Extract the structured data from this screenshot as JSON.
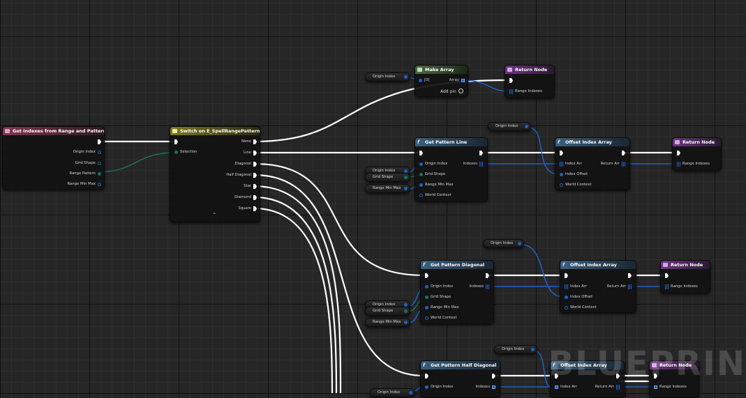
{
  "colors": {
    "exec": "#ffffff",
    "integer": "#1f62c6",
    "byte": "#1b7060",
    "background": "#262626"
  },
  "nodes": {
    "get_indexes": {
      "title": "Get Indexes from Range and Pattern",
      "pins": [
        "Origin Index",
        "Grid Shape",
        "Range Pattern",
        "Range Min Max"
      ]
    },
    "switch": {
      "title": "Switch on E_SpellRangePattern",
      "selection": "Selection",
      "cases": [
        "None",
        "Line",
        "Diagonal",
        "Half Diagonal",
        "Star",
        "Diamond",
        "Square"
      ],
      "expand_icon": "chevron-up-icon"
    },
    "make_array": {
      "title": "Make Array",
      "in_label": "[0]",
      "out_label": "Array",
      "add_pin": "Add pin"
    },
    "return_top": {
      "title": "Return Node",
      "pin": "Range Indexes"
    },
    "pattern_line": {
      "title": "Get Pattern Line",
      "pins": [
        "Origin Index",
        "Grid Shape",
        "Range Min Max",
        "World Context"
      ],
      "out": "Indexes"
    },
    "offset_line": {
      "title": "Offset Index Array",
      "pins": [
        "Index Arr",
        "Index Offset",
        "World Context"
      ],
      "out": "Return Arr"
    },
    "return_line": {
      "title": "Return Node",
      "pin": "Range Indexes"
    },
    "pattern_diag": {
      "title": "Get Pattern Diagonal",
      "pins": [
        "Origin Index",
        "Grid Shape",
        "Range Min Max",
        "World Context"
      ],
      "out": "Indexes"
    },
    "offset_diag": {
      "title": "Offset Index Array",
      "pins": [
        "Index Arr",
        "Index Offset",
        "World Context"
      ],
      "out": "Return Arr"
    },
    "return_diag": {
      "title": "Return Node",
      "pin": "Range Indexes"
    },
    "pattern_half": {
      "title": "Get Pattern Half Diagonal",
      "pins": [
        "Origin Index"
      ],
      "out": "Indexes"
    },
    "offset_half": {
      "title": "Offset Index Array",
      "pins": [
        "Index Arr"
      ],
      "out": "Return Arr"
    },
    "return_half": {
      "title": "Return Node",
      "pin": "Range Indexes"
    }
  },
  "variables": {
    "origin_index": "Origin Index",
    "grid_shape": "Grid Shape",
    "range_min_max": "Range Min Max"
  },
  "watermark": "BLUEPRIN"
}
